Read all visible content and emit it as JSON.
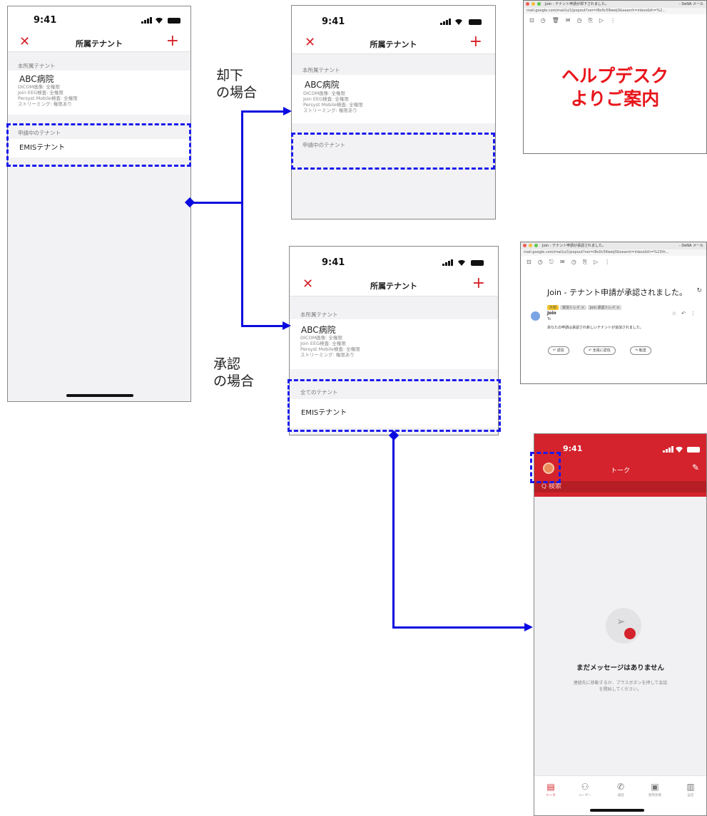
{
  "colors": {
    "accent": "#d62027",
    "connector": "#0a0ae0",
    "help_red": "#e8151b"
  },
  "phone_common": {
    "time": "9:41",
    "title": "所属テナント",
    "close_glyph": "✕",
    "add_glyph": "+",
    "own_section": "本所属テナント",
    "tenant_name": "ABC病院",
    "permissions": [
      "DICOM画像: 全権限",
      "Join EEG検査: 全権限",
      "Persyst Mobile検査: 全権限",
      "ストリーミング: 権限あり"
    ]
  },
  "phone_original": {
    "pending_section": "申請中のテナント",
    "pending_tenant": "EMISテナント"
  },
  "phone_rejected": {
    "pending_section": "申請中のテナント"
  },
  "phone_approved": {
    "all_section": "全てのテナント",
    "tenant": "EMISテナント"
  },
  "labels": {
    "rejected_line1": "却下",
    "rejected_line2": "の場合",
    "approved_line1": "承認",
    "approved_line2": "の場合"
  },
  "mail_rejected": {
    "tab_title": "Join - テナント申請が却下されました。",
    "tab_brand": "- DeNA メール",
    "url": "mail.google.com/mail/u/1/popout?ver=i8o0c58weij0&search=inbox&th=%2...",
    "help_line1": "ヘルプデスク",
    "help_line2": "よりご案内"
  },
  "mail_approved": {
    "tab_title": "Join - テナント申請が承認されました。",
    "tab_brand": "- DeNA メール",
    "url": "mail.google.com/mail/u/1/popout?ver=i8o0c58weij0&search=inbox&th=%23th...",
    "subject": "Join - テナント申請が承認されました。",
    "chip1": "外部",
    "chip2": "受信トレイ ×",
    "chip3": "Join 承認トレイ ×",
    "from": "Join",
    "to": "To",
    "body": "あなたの申請は承認され新しいテナントが追加されました。",
    "reply": "返信",
    "reply_all": "全員に返信",
    "forward": "転送"
  },
  "talk_screen": {
    "time": "9:41",
    "title": "トーク",
    "search_placeholder": "Q 検索",
    "empty_title": "まだメッセージはありません",
    "empty_desc_line1": "連絡先に移動するか、プラスボタンを押して会話",
    "empty_desc_line2": "を開始してください。",
    "tabs": [
      "トーク",
      "ユーザー",
      "通話",
      "使用状態",
      "設定"
    ]
  }
}
